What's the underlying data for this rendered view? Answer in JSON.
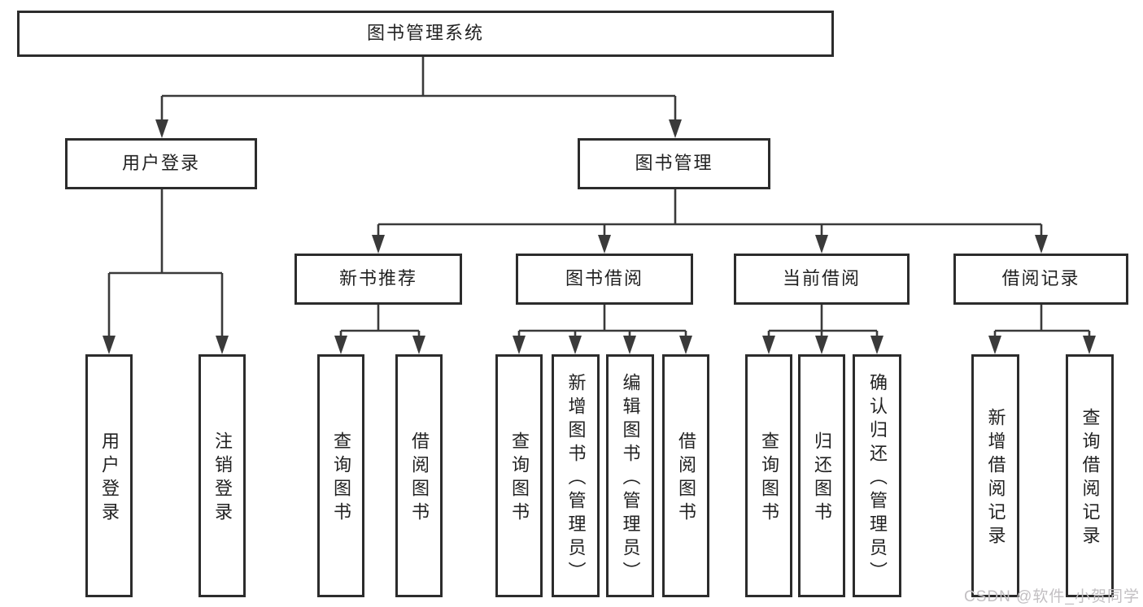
{
  "diagram": {
    "root": {
      "label": "图书管理系统"
    },
    "level2": [
      {
        "label": "用户登录"
      },
      {
        "label": "图书管理"
      }
    ],
    "level3": [
      {
        "label": "新书推荐"
      },
      {
        "label": "图书借阅"
      },
      {
        "label": "当前借阅"
      },
      {
        "label": "借阅记录"
      }
    ],
    "leaves": {
      "user": [
        "用户登录",
        "注销登录"
      ],
      "recommend": [
        "查询图书",
        "借阅图书"
      ],
      "borrow": [
        "查询图书",
        "新增图书（管理员）",
        "编辑图书（管理员）",
        "借阅图书"
      ],
      "current": [
        "查询图书",
        "归还图书",
        "确认归还（管理员）"
      ],
      "records": [
        "新增借阅记录",
        "查询借阅记录"
      ]
    }
  },
  "watermark": {
    "text": "CSDN @软件_小贺同学"
  },
  "colors": {
    "line": "#3a3a3a",
    "box_border": "#2c2c2c",
    "box_fill": "#ffffff",
    "text": "#222222",
    "watermark": "#c2bfc2",
    "background": "#ffffff"
  }
}
